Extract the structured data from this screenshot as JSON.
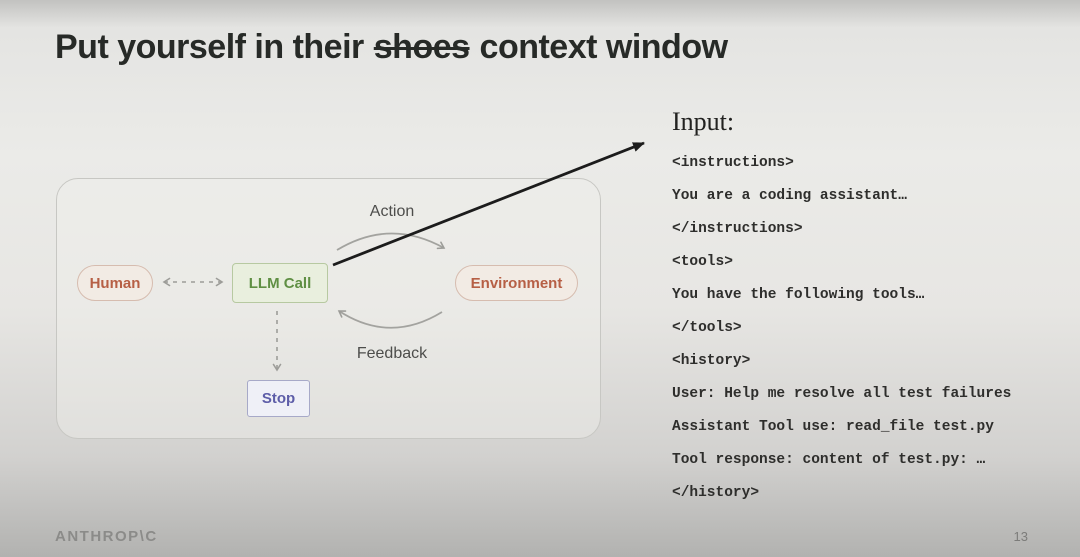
{
  "slide": {
    "title_part1": "Put yourself in their",
    "title_strike": "shoes",
    "title_part2": "context window",
    "logo": "ANTHROP\\C",
    "page_number": "13"
  },
  "diagram": {
    "human_label": "Human",
    "llm_call_label": "LLM Call",
    "environment_label": "Environment",
    "stop_label": "Stop",
    "action_label": "Action",
    "feedback_label": "Feedback",
    "colors": {
      "human_env_text": "#b65f45",
      "human_env_bg": "#f2ebe4",
      "llm_text": "#5f8f43",
      "llm_bg": "#e9efde",
      "stop_text": "#5d5da8",
      "stop_bg": "#eff0f7",
      "arrow_gray": "#9d9d99",
      "arrow_black": "#1c1c1c"
    }
  },
  "context_window": {
    "heading": "Input:",
    "lines": [
      "<instructions>",
      "You are a coding assistant…",
      "</instructions>",
      "<tools>",
      "You have the following tools…",
      "</tools>",
      "<history>",
      "User: Help me resolve all test failures",
      "Assistant Tool use: read_file test.py",
      "Tool response: content of test.py: …",
      "</history>"
    ]
  }
}
